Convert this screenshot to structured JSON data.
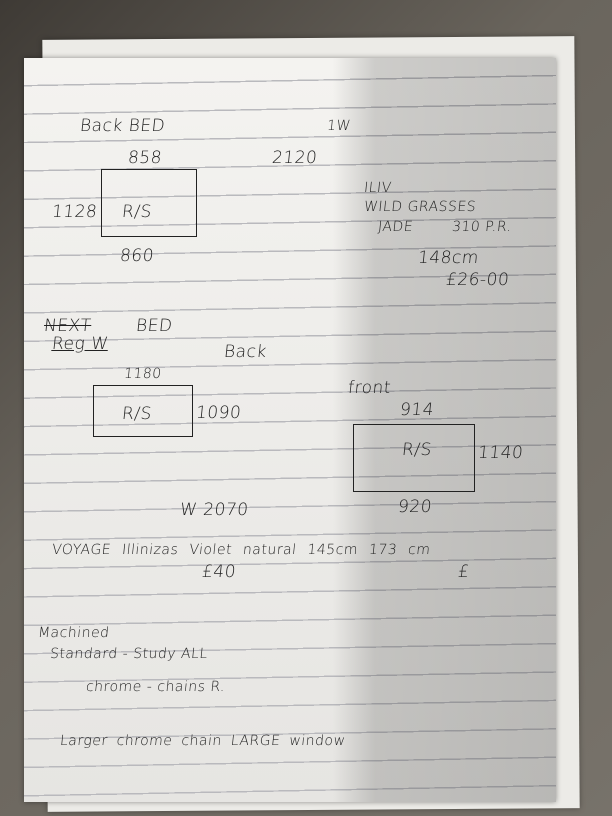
{
  "back_bed": {
    "title": "Back BED",
    "top": "858",
    "left": "1128",
    "label": "R/S",
    "bottom": "860",
    "note_top": "1W",
    "width": "2120"
  },
  "product_1": {
    "code": "ILIV",
    "name": "WILD GRASSES",
    "color": "JADE",
    "repeat": "310 P.R.",
    "width": "148cm",
    "price": "£26-00"
  },
  "next_bed": {
    "title_struck": "NEXT",
    "title": "BED",
    "subtitle": "Reg W",
    "back_label": "Back",
    "back_top": "1180",
    "back_label_box": "R/S",
    "back_right": "1090",
    "front_label": "front",
    "front_top": "914",
    "front_label_box": "R/S",
    "front_right": "1140",
    "front_bottom": "920",
    "width": "W 2070"
  },
  "product_2": {
    "line": "VOYAGE  Illinizas   Violet  natural   145cm   173 cm",
    "price": "£40",
    "price2": "£"
  },
  "notes": {
    "heading": "Machined",
    "line1": "Standard - Study  ALL",
    "line2": "chrome - chains  R.",
    "line3": "Larger  chrome  chain  LARGE  window"
  }
}
